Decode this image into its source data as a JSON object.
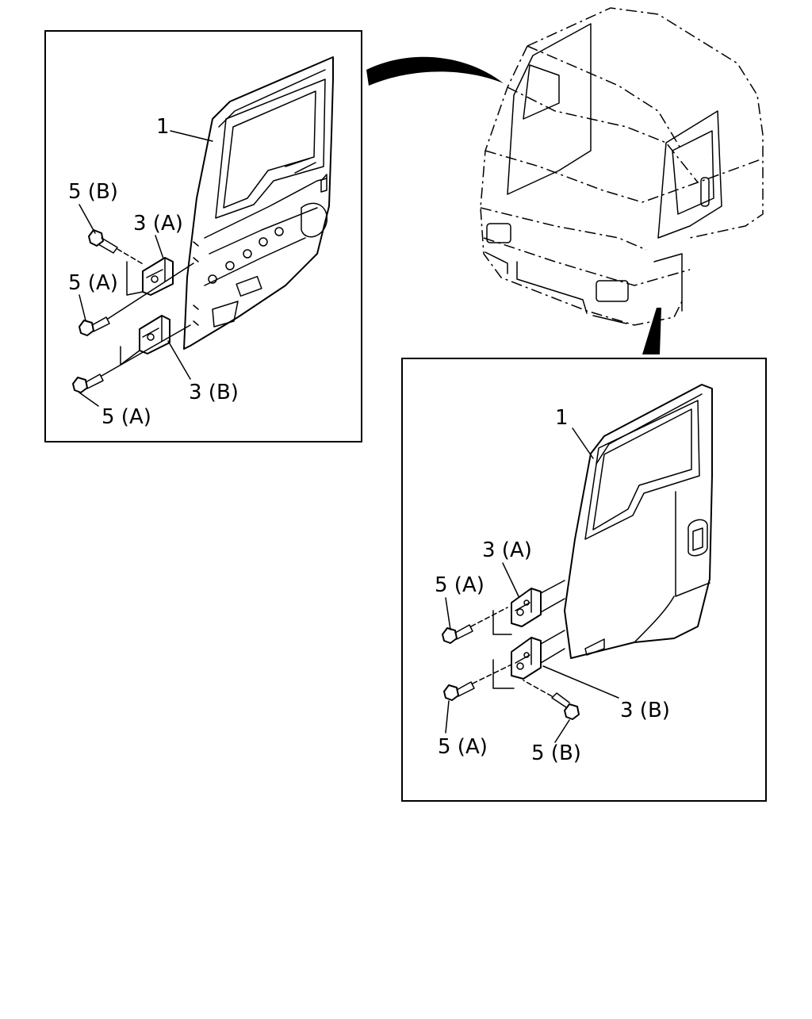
{
  "callouts": {
    "left": {
      "door": "1",
      "bolt_top": "5 (B)",
      "hinge_upper": "3 (A)",
      "bolt_mid": "5 (A)",
      "hinge_lower": "3 (B)",
      "bolt_low": "5 (A)"
    },
    "right": {
      "door": "1",
      "hinge_upper": "3 (A)",
      "bolt_upper": "5 (A)",
      "hinge_lower": "3 (B)",
      "bolt_lower": "5 (A)",
      "bolt_b": "5 (B)"
    }
  }
}
